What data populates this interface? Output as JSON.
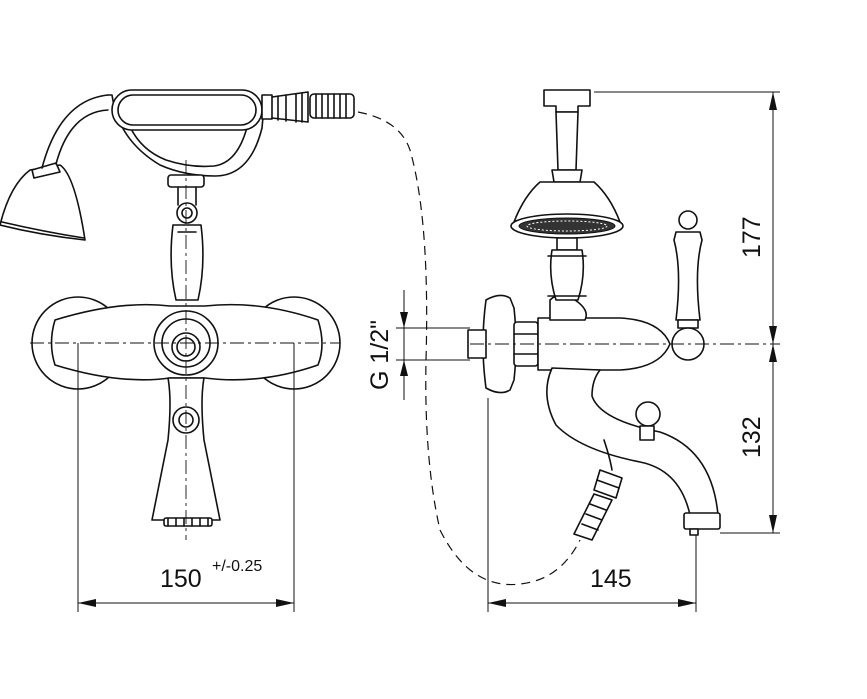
{
  "dimensions": {
    "width_label": "150",
    "width_tolerance": "+/-0.25",
    "depth_label": "145",
    "height_upper_label": "177",
    "height_lower_label": "132",
    "thread_label": "G 1/2\""
  }
}
